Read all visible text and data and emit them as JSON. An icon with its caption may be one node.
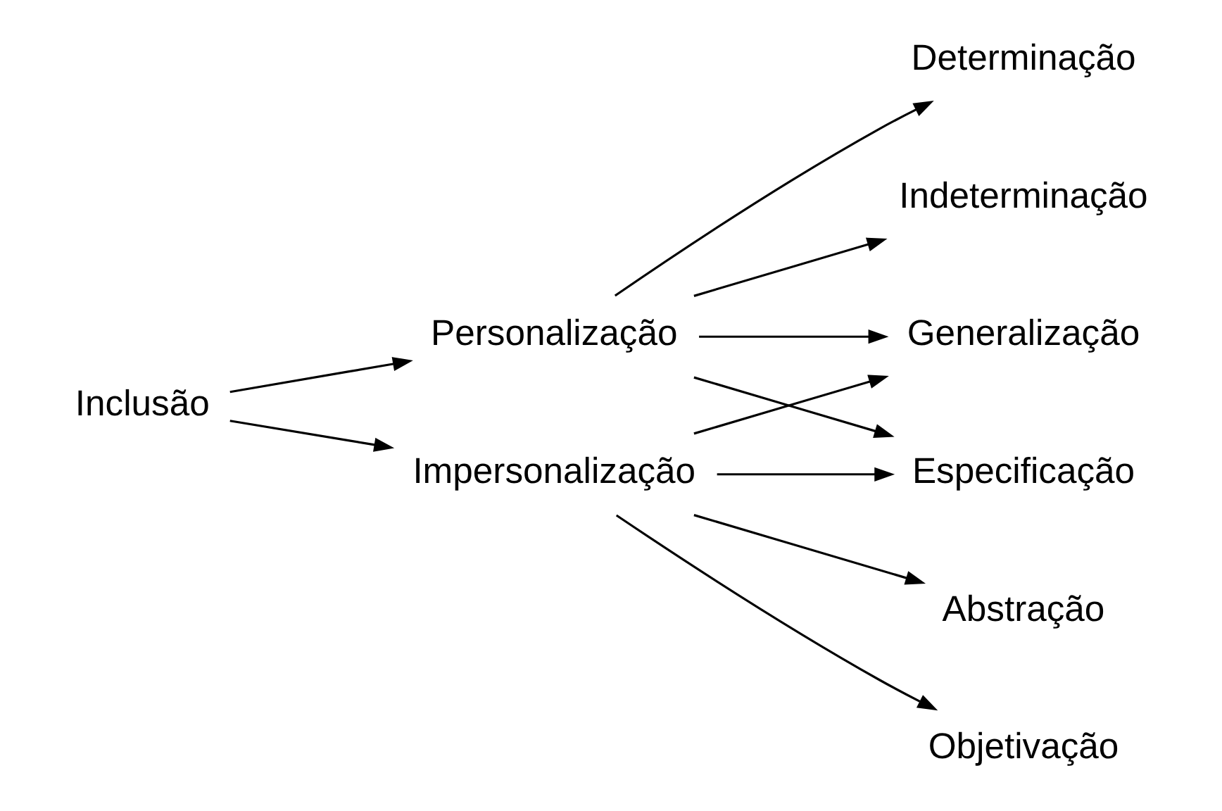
{
  "diagram": {
    "nodes": [
      {
        "text": [
          "Inclusão"
        ]
      },
      {
        "text": [
          "Personalização"
        ]
      },
      {
        "text": [
          "Impersonalização"
        ]
      },
      {
        "text": [
          "Determinação"
        ]
      },
      {
        "text": [
          "Indeterminação"
        ]
      },
      {
        "text": [
          "Generalização"
        ]
      },
      {
        "text": [
          "Especificação"
        ]
      },
      {
        "text": [
          "Abstração"
        ]
      },
      {
        "text": [
          "Objetivação"
        ]
      }
    ],
    "edges": [
      {
        "from": 0,
        "to": 1,
        "arrow": "to"
      },
      {
        "from": 0,
        "to": 2,
        "arrow": "to"
      },
      {
        "from": 1,
        "to": 3,
        "arrow": "to"
      },
      {
        "from": 1,
        "to": 4,
        "arrow": "to"
      },
      {
        "from": 1,
        "to": 5,
        "arrow": "to"
      },
      {
        "from": 1,
        "to": 6,
        "arrow": "to"
      },
      {
        "from": 2,
        "to": 5,
        "arrow": "to"
      },
      {
        "from": 2,
        "to": 6,
        "arrow": "to"
      },
      {
        "from": 2,
        "to": 7,
        "arrow": "to"
      },
      {
        "from": 2,
        "to": 8,
        "arrow": "to"
      }
    ]
  }
}
